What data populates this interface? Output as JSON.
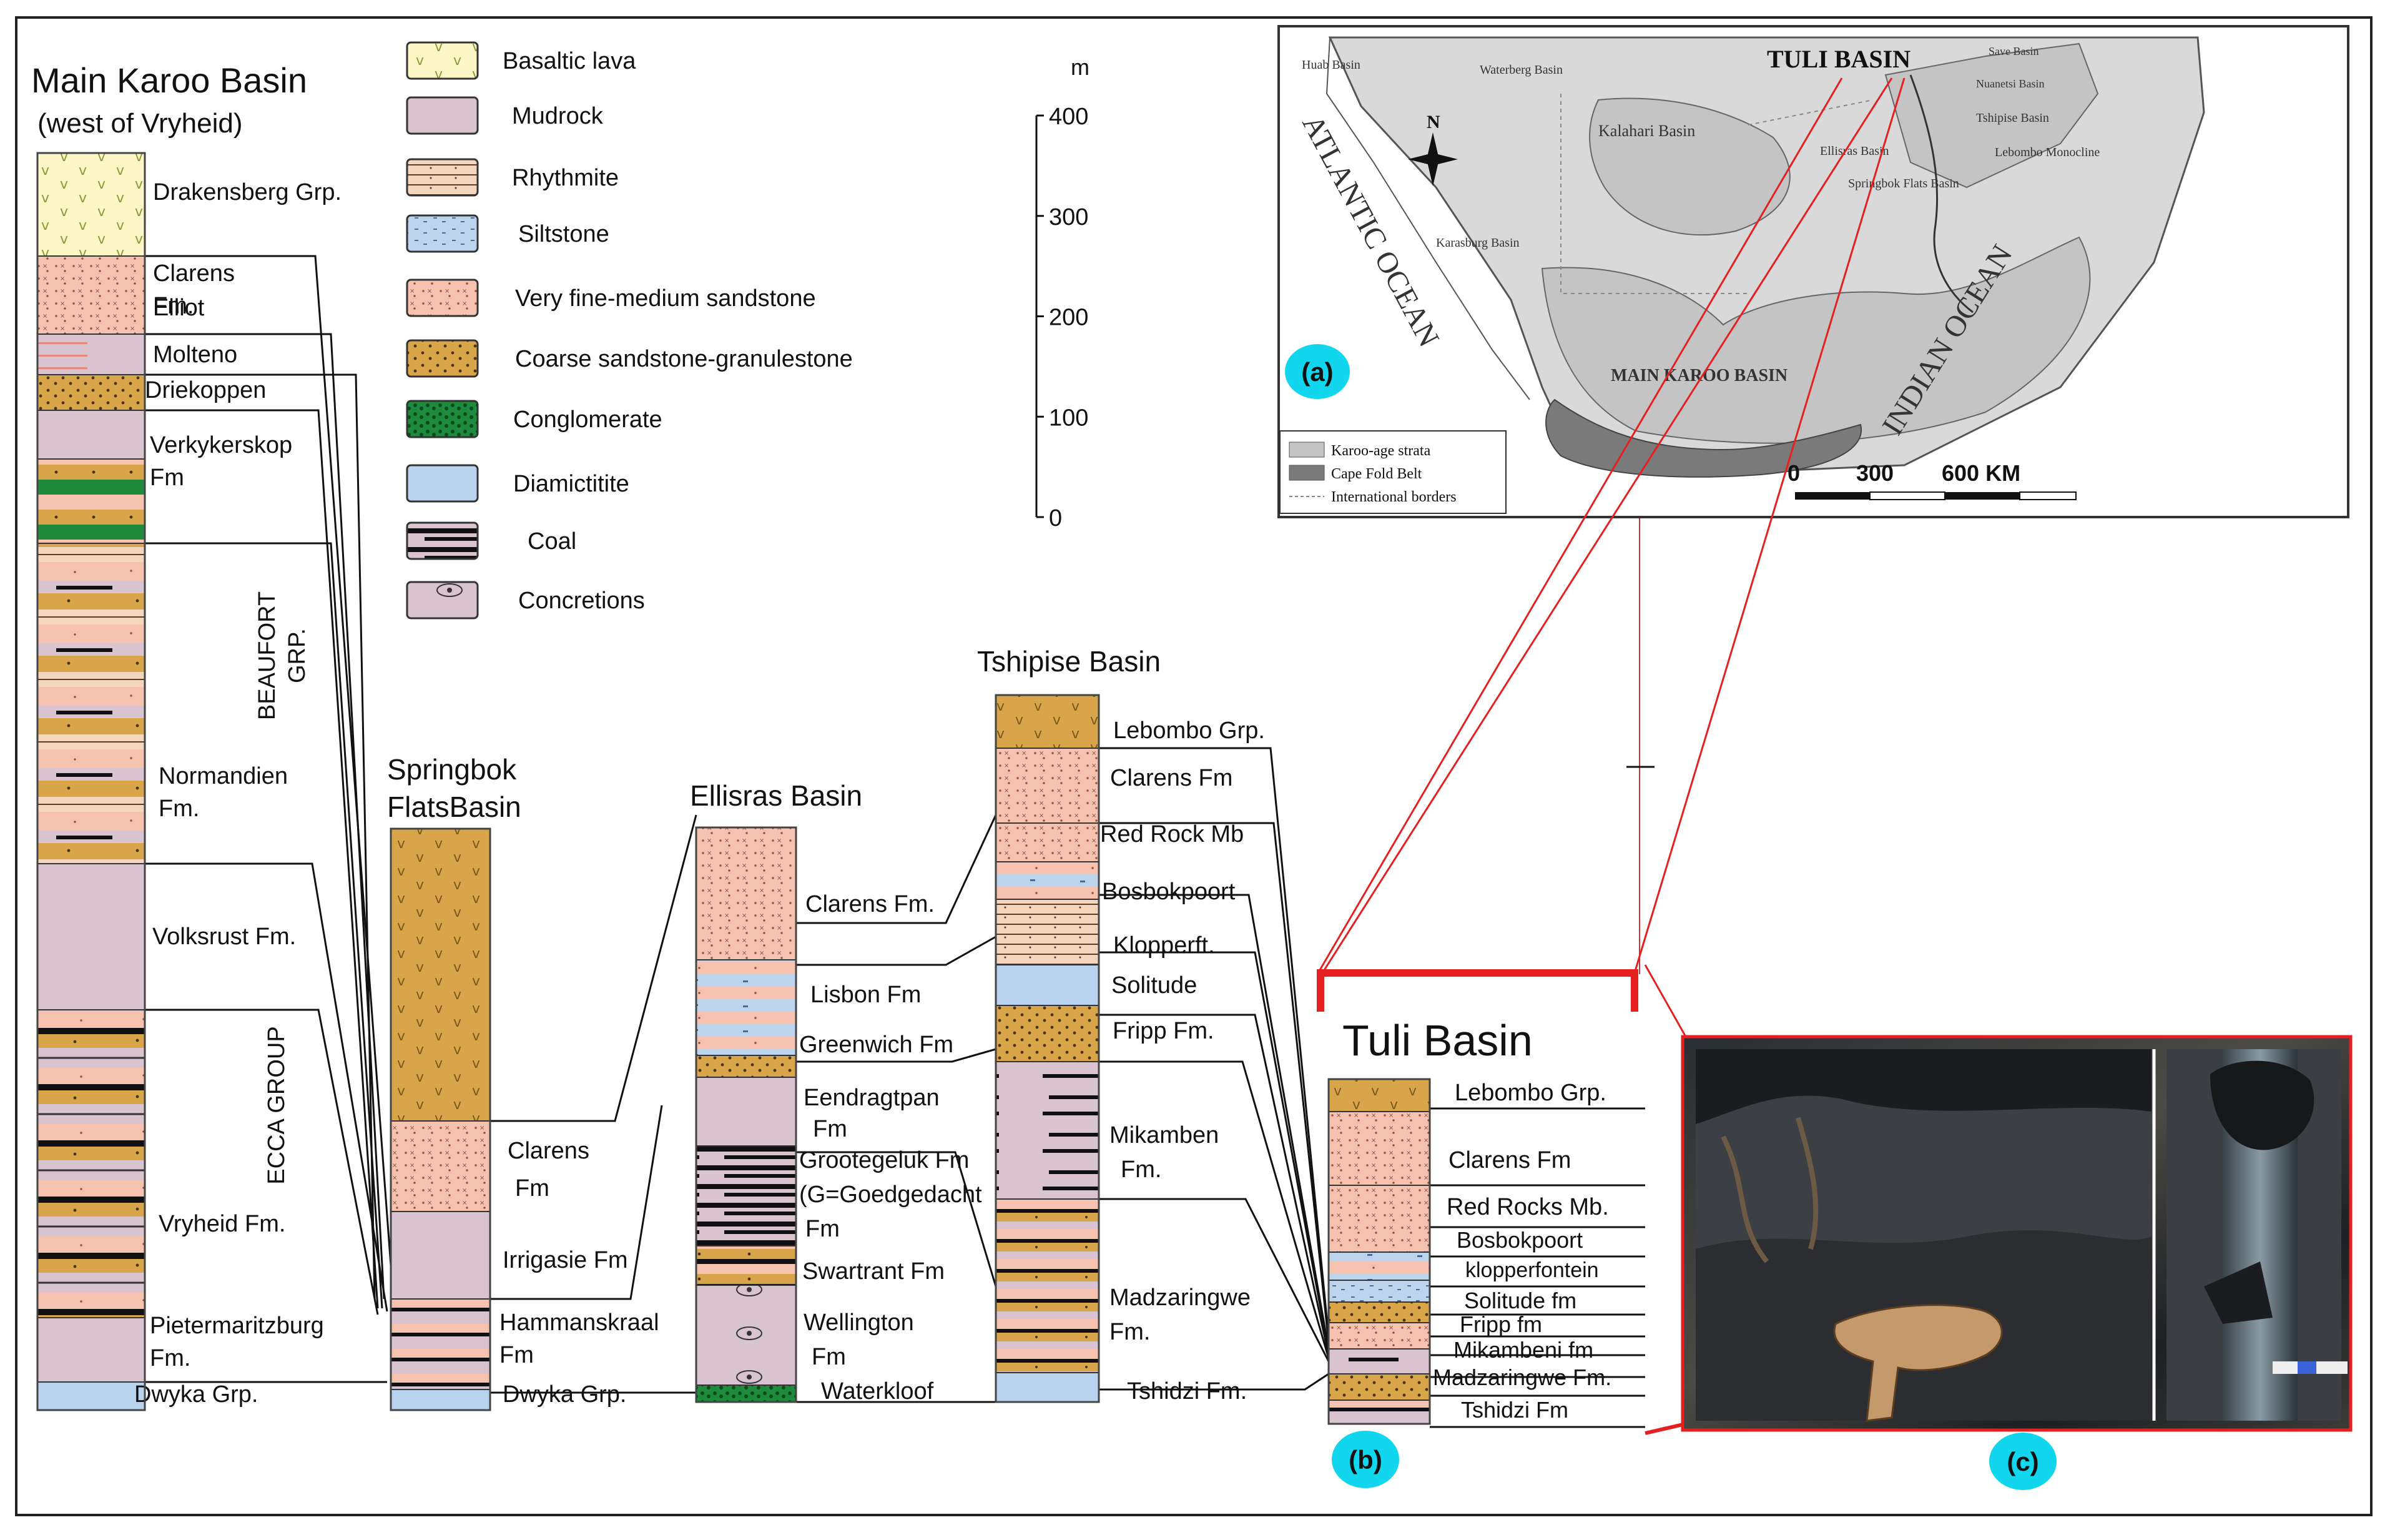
{
  "columns": [
    {
      "id": "main",
      "title": [
        "Main Karoo Basin",
        "(west of Vryheid)"
      ],
      "units": [
        {
          "key": "drakensberg",
          "litho": "basalt",
          "label": [
            "Drakensberg Grp."
          ]
        },
        {
          "key": "clarens",
          "litho": "sand",
          "label": [
            "Clarens",
            "Fm."
          ]
        },
        {
          "key": "elliot",
          "litho": "mud-stripe",
          "label": [
            "Elliot"
          ]
        },
        {
          "key": "molteno",
          "litho": "coarse",
          "label": [
            "Molteno"
          ]
        },
        {
          "key": "driekoppen",
          "litho": "mud",
          "label": [
            "Driekoppen"
          ]
        },
        {
          "key": "verkykerskop",
          "litho": "mixed-a",
          "label": [
            "Verkykerskop",
            "Fm"
          ]
        },
        {
          "key": "normandien",
          "litho": "mixed-b",
          "label": [
            "Normandien",
            "Fm."
          ]
        },
        {
          "key": "volksrust",
          "litho": "mud",
          "label": [
            "Volksrust Fm."
          ]
        },
        {
          "key": "vryheid",
          "litho": "mixed-c",
          "label": [
            "Vryheid Fm."
          ]
        },
        {
          "key": "pietermaritzburg",
          "litho": "mud",
          "label": [
            "Pietermaritzburg",
            "Fm."
          ]
        },
        {
          "key": "dwyka",
          "litho": "diamictite",
          "label": [
            "Dwyka Grp."
          ]
        }
      ],
      "groups": [
        {
          "label": [
            "BEAUFORT",
            "GRP."
          ]
        },
        {
          "label": [
            "ECCA GROUP"
          ]
        }
      ]
    },
    {
      "id": "springbok",
      "title": [
        "Springbok",
        "FlatsBasin"
      ],
      "units": [
        {
          "key": "basalt",
          "litho": "coarse-v",
          "label": []
        },
        {
          "key": "clarens",
          "litho": "sand",
          "label": [
            "Clarens",
            "Fm"
          ]
        },
        {
          "key": "irrigasie",
          "litho": "mud",
          "label": [
            "Irrigasie Fm"
          ]
        },
        {
          "key": "hammanskraal",
          "litho": "mixed-d",
          "label": [
            "Hammanskraal",
            "Fm"
          ]
        },
        {
          "key": "dwyka",
          "litho": "diamictite",
          "label": [
            "Dwyka Grp."
          ]
        }
      ]
    },
    {
      "id": "ellisras",
      "title": [
        "Ellisras Basin"
      ],
      "units": [
        {
          "key": "clarens",
          "litho": "sand",
          "label": [
            "Clarens Fm."
          ]
        },
        {
          "key": "lisbon",
          "litho": "silt-mix",
          "label": [
            "Lisbon Fm"
          ]
        },
        {
          "key": "greenwich",
          "litho": "coarse",
          "label": [
            "Greenwich Fm"
          ]
        },
        {
          "key": "eendragtpan",
          "litho": "mud",
          "label": [
            "Eendragtpan",
            "Fm"
          ]
        },
        {
          "key": "grootegeluk",
          "litho": "coal",
          "label": [
            "Grootegeluk Fm",
            "(G=Goedgedacht",
            "Fm"
          ]
        },
        {
          "key": "swartrant",
          "litho": "mixed-e",
          "label": [
            "Swartrant Fm"
          ]
        },
        {
          "key": "wellington",
          "litho": "concretion",
          "label": [
            "Wellington",
            "Fm"
          ]
        },
        {
          "key": "waterkloof",
          "litho": "conglomerate",
          "label": [
            "Waterkloof"
          ]
        }
      ]
    },
    {
      "id": "tshipise",
      "title": [
        "Tshipise Basin"
      ],
      "units": [
        {
          "key": "lebombo",
          "litho": "coarse-v",
          "label": [
            "Lebombo Grp."
          ]
        },
        {
          "key": "clarens",
          "litho": "sand",
          "label": [
            "Clarens Fm"
          ]
        },
        {
          "key": "redrock",
          "litho": "sand",
          "label": [
            "Red Rock Mb"
          ]
        },
        {
          "key": "bosbokpoort",
          "litho": "silt-mix",
          "label": [
            "Bosbokpoort"
          ]
        },
        {
          "key": "klopperft",
          "litho": "rhythm",
          "label": [
            "Klopperft."
          ]
        },
        {
          "key": "solitude",
          "litho": "diamictite",
          "label": [
            "Solitude"
          ]
        },
        {
          "key": "fripp",
          "litho": "coarse",
          "label": [
            "Fripp Fm."
          ]
        },
        {
          "key": "mikambeni",
          "litho": "coal-mud",
          "label": [
            "Mikamben",
            "Fm."
          ]
        },
        {
          "key": "madzaringwe",
          "litho": "mixed-f",
          "label": [
            "Madzaringwe",
            "Fm."
          ]
        },
        {
          "key": "tshidzi",
          "litho": "diamictite",
          "label": [
            "Tshidzi Fm."
          ]
        }
      ]
    },
    {
      "id": "tuli",
      "title": [
        "Tuli Basin"
      ],
      "units": [
        {
          "key": "lebombo",
          "litho": "coarse-v",
          "label": [
            "Lebombo Grp."
          ]
        },
        {
          "key": "clarens",
          "litho": "sand",
          "label": [
            "Clarens Fm"
          ]
        },
        {
          "key": "redrocks",
          "litho": "sand",
          "label": [
            "Red Rocks Mb."
          ]
        },
        {
          "key": "bosbokpoort",
          "litho": "silt-mix",
          "label": [
            "Bosbokpoort"
          ]
        },
        {
          "key": "klopperfontein",
          "litho": "silt",
          "label": [
            "klopperfontein"
          ]
        },
        {
          "key": "solitude",
          "litho": "coarse",
          "label": [
            "Solitude fm"
          ]
        },
        {
          "key": "fripp",
          "litho": "sand",
          "label": [
            "Fripp fm"
          ]
        },
        {
          "key": "mikambeni",
          "litho": "coal-mud",
          "label": [
            "Mikambeni fm"
          ]
        },
        {
          "key": "madzaringwe",
          "litho": "coarse",
          "label": [
            "Madzaringwe Fm."
          ]
        },
        {
          "key": "tshidzi",
          "litho": "mixed-d",
          "label": [
            "Tshidzi Fm"
          ]
        }
      ]
    }
  ],
  "legend": [
    {
      "key": "basalt",
      "label": "Basaltic lava"
    },
    {
      "key": "mud",
      "label": "Mudrock"
    },
    {
      "key": "rhythm",
      "label": "Rhythmite"
    },
    {
      "key": "silt",
      "label": "Siltstone"
    },
    {
      "key": "sand",
      "label": "Very fine-medium sandstone"
    },
    {
      "key": "coarse",
      "label": "Coarse sandstone-granulestone"
    },
    {
      "key": "conglomerate",
      "label": "Conglomerate"
    },
    {
      "key": "diamictite",
      "label": "Diamictitite"
    },
    {
      "key": "coal",
      "label": "Coal"
    },
    {
      "key": "concretion",
      "label": "Concretions"
    }
  ],
  "scale": {
    "unit": "m",
    "ticks": [
      400,
      300,
      200,
      100,
      0
    ]
  },
  "map": {
    "title": "TULI BASIN",
    "oceans": [
      "ATLANTIC OCEAN",
      "INDIAN OCEAN"
    ],
    "basins": [
      "Huab Basin",
      "Waterberg Basin",
      "Kalahari Basin",
      "Karasburg Basin",
      "MAIN KAROO BASIN",
      "Save Basin",
      "Nuanetsi Basin",
      "Tshipise Basin",
      "Ellisras Basin",
      "Springbok Flats Basin",
      "Lebombo Monocline"
    ],
    "north": "N",
    "legend": [
      "Karoo-age strata",
      "Cape Fold Belt",
      "International borders"
    ],
    "scalebar": [
      "0",
      "300",
      "600 KM"
    ],
    "label": "(a)"
  },
  "panel_labels": {
    "b": "(b)",
    "c": "(c)"
  },
  "colors": {
    "basalt": "#fdf6c6",
    "mud": "#d9c3cf",
    "sand": "#f6c2b0",
    "coarse": "#d8a54a",
    "silt": "#bcd3ec",
    "diamictite": "#b9d3ee",
    "conglomerate": "#1d8a3c",
    "rhythm": "#f4d6bd",
    "line_red": "#e62020",
    "label_cyan": "#11d6ee"
  }
}
